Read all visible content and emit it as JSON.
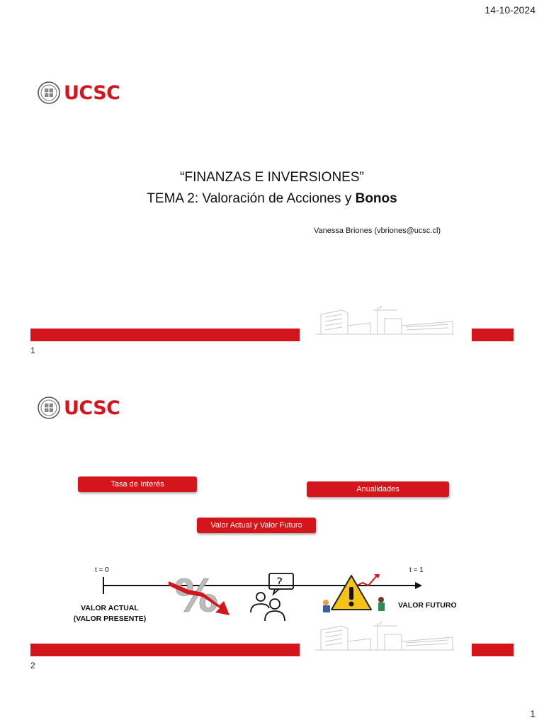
{
  "header": {
    "date": "14-10-2024"
  },
  "footer": {
    "page_number": "1"
  },
  "brand": {
    "logo_text": "UCSC",
    "color": "#d4161c"
  },
  "slide1": {
    "title_line1": "“FINANZAS E INVERSIONES”",
    "title_line2_prefix": "TEMA 2: Valoración de Acciones y ",
    "title_line2_bold": "Bonos",
    "author": "Vanessa Briones (vbriones@ucsc.cl)",
    "slide_number": "1"
  },
  "slide2": {
    "pills": {
      "tasa": "Tasa de Interés",
      "anualidades": "Anualidades",
      "valor": "Valor Actual y Valor Futuro"
    },
    "timeline": {
      "t0": "t = 0",
      "t1": "t = 1",
      "left_label_line1": "VALOR ACTUAL",
      "left_label_line2": "(VALOR PRESENTE)",
      "right_label": "VALOR FUTURO"
    },
    "slide_number": "2"
  }
}
